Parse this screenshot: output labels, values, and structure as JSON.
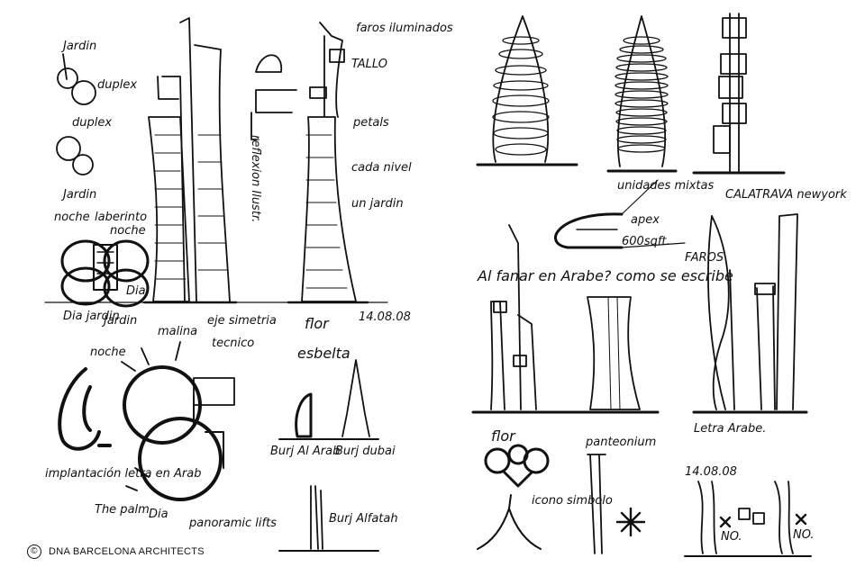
{
  "credit": {
    "symbol": "©",
    "text": "DNA BARCELONA ARCHITECTS"
  },
  "left_page": {
    "labels": {
      "jardin_top": "Jardin",
      "duplex_1": "duplex",
      "duplex_2": "duplex",
      "jardin_mid": "Jardin",
      "noche_flower": "noche",
      "noche_top": "noche",
      "labyrinth": "laberinto",
      "dia_flower": "Dia",
      "dia_jardin": "Dia jardin",
      "jardin_low": "Jardin",
      "faros": "faros iluminados",
      "tallo": "TALLO",
      "petals": "petals",
      "cada_nivel": "cada nivel",
      "un_jardin": "un jardin",
      "refl": "reflexion Ilustr.",
      "date": "14.08.08",
      "flor": "flor",
      "esbelta": "esbelta",
      "noche_bottom": "noche",
      "malina": "malina",
      "eje_simetria": "eje simetria",
      "tecnico": "tecnico",
      "impl": "implantación letra en Arab",
      "the_palm": "The palm",
      "dia_bottom": "Dia",
      "panoramic": "panoramic lifts",
      "burj_al_arab": "Burj Al Arab",
      "burj_dubai": "Burj dubai",
      "burj_al_fatah": "Burj Alfatah"
    }
  },
  "right_page": {
    "labels": {
      "unidades": "unidades mixtas",
      "calatrava": "CALATRAVA newyork",
      "apex": "apex",
      "area": "600sqft.",
      "faros": "FAROS",
      "question": "Al fanar en Arabe? como se escribe",
      "flor": "flor",
      "panteonium": "panteonium",
      "icono": "icono simbolo",
      "letra_arabe": "Letra Arabe.",
      "date": "14.08.08",
      "no_1": "NO.",
      "no_2": "NO."
    }
  }
}
